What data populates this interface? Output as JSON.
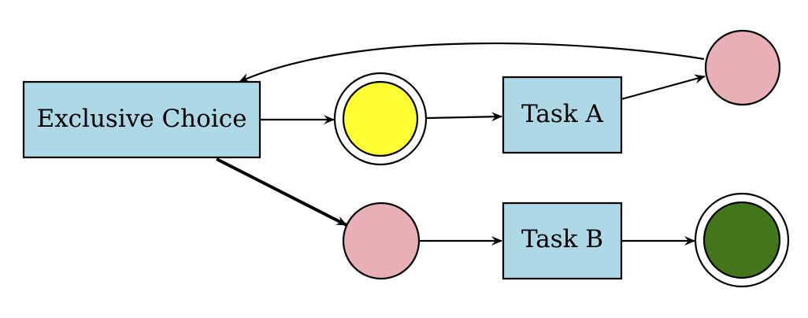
{
  "diagram": {
    "nodes": {
      "exclusive_choice": {
        "label": "Exclusive Choice",
        "fill": "#add8e6"
      },
      "task_a": {
        "label": "Task A",
        "fill": "#add8e6"
      },
      "task_b": {
        "label": "Task B",
        "fill": "#add8e6"
      }
    },
    "states": {
      "yellow_place": {
        "fill": "#ffff33",
        "type": "double-circle"
      },
      "pink_place_top_right": {
        "fill": "#e8b0b5",
        "type": "circle"
      },
      "pink_place_bottom": {
        "fill": "#e8b0b5",
        "type": "circle"
      },
      "green_place": {
        "fill": "#43751a",
        "type": "double-circle"
      }
    },
    "colors": {
      "task_fill": "#add8e6",
      "stroke": "#000000",
      "pink": "#e8b0b5",
      "yellow": "#ffff33",
      "green": "#43751a"
    }
  }
}
